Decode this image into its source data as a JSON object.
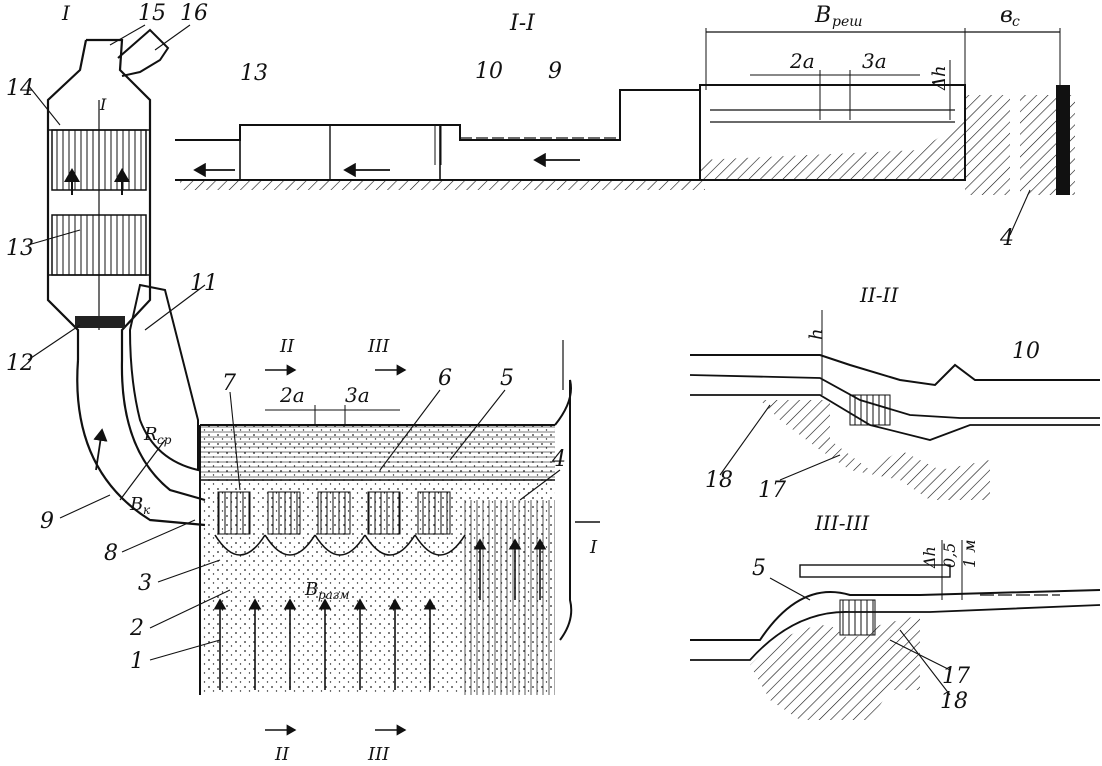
{
  "section_titles": {
    "s1": "I-I",
    "s2": "II-II",
    "s3": "III-III"
  },
  "cut_marks": {
    "top_left": "I",
    "top_inner": "I",
    "right_mid": "I",
    "plan_top_a": "II",
    "plan_top_b": "III",
    "plan_bottom_a": "II",
    "plan_bottom_b": "III"
  },
  "dimensions": {
    "b_resh": "B",
    "b_resh_sub": "реш",
    "b_c": "в",
    "b_c_sub": "с",
    "two_a": "2a",
    "three_a": "3a",
    "delta_h": "Δh",
    "h_sub": "h",
    "plan_two_a": "2a",
    "plan_three_a": "3a",
    "r_sr": "R",
    "r_sr_sub": "ср",
    "b_k": "B",
    "b_k_sub": "к",
    "b_razm": "B",
    "b_razm_sub": "разм",
    "h_label_3": "0,5",
    "h_unit_3": "1 м",
    "dh_3": "Δh"
  },
  "numbers": {
    "n1": "1",
    "n2": "2",
    "n3": "3",
    "n4a": "4",
    "n4b": "4",
    "n5a": "5",
    "n5b": "5",
    "n6": "6",
    "n7": "7",
    "n8": "8",
    "n9a": "9",
    "n9b": "9",
    "n10a": "10",
    "n10b": "10",
    "n11": "11",
    "n12": "12",
    "n13a": "13",
    "n13b": "13",
    "n14": "14",
    "n15": "15",
    "n16": "16",
    "n17a": "17",
    "n17b": "17",
    "n18a": "18",
    "n18b": "18"
  }
}
